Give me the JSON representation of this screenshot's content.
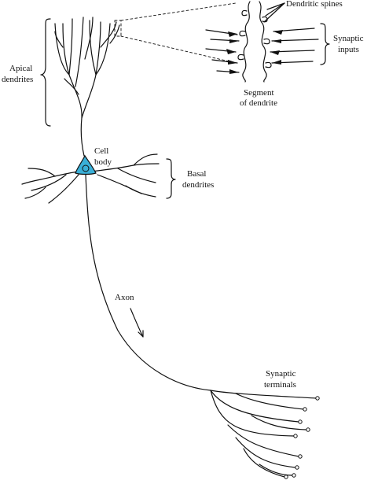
{
  "labels": {
    "dendritic_spines": "Dendritic spines",
    "synaptic_inputs": [
      "Synaptic",
      "inputs"
    ],
    "apical_dendrites": [
      "Apical",
      "dendrites"
    ],
    "segment_of_dendrite": [
      "Segment",
      "of dendrite"
    ],
    "cell_body": [
      "Cell",
      "body"
    ],
    "basal_dendrites": [
      "Basal",
      "dendrites"
    ],
    "axon": "Axon",
    "synaptic_terminals": [
      "Synaptic",
      "terminals"
    ]
  },
  "colors": {
    "line": "#111111",
    "soma_fill": "#3ab0d8",
    "background": "#ffffff"
  }
}
